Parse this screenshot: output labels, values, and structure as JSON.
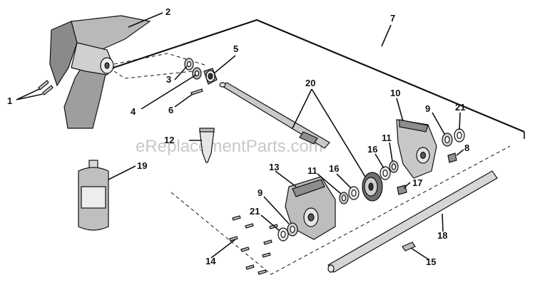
{
  "watermark": "eReplacementParts.com",
  "callouts": {
    "c1": "1",
    "c2": "2",
    "c3": "3",
    "c4": "4",
    "c5": "5",
    "c6": "6",
    "c7": "7",
    "c8": "8",
    "c9a": "9",
    "c9b": "9",
    "c10": "10",
    "c11a": "11",
    "c11b": "11",
    "c12": "12",
    "c13": "13",
    "c14": "14",
    "c15": "15",
    "c16a": "16",
    "c16b": "16",
    "c17": "17",
    "c18": "18",
    "c19": "19",
    "c20": "20",
    "c21a": "21",
    "c21b": "21"
  },
  "colors": {
    "ink": "#111111",
    "shade": "#9a9a9a",
    "light": "#dcdcdc",
    "watermark": "#c8c8c8"
  }
}
